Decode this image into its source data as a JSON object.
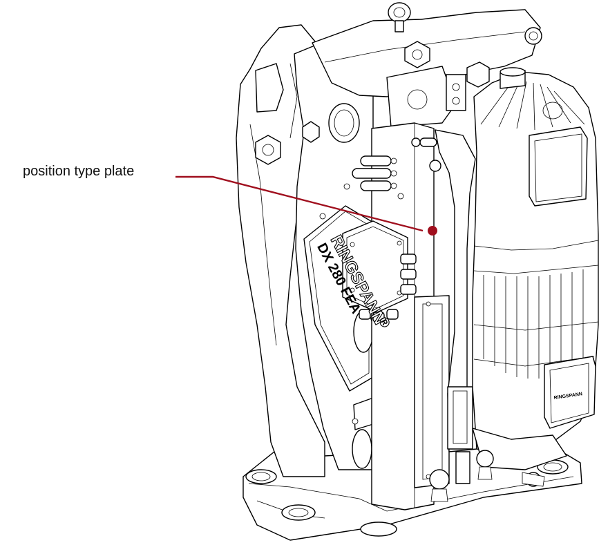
{
  "callout": {
    "label": "position type plate",
    "line_color": "#a00f1e",
    "marker_color": "#a00f1e"
  },
  "device": {
    "brand": "RINGSPANN",
    "brand_mark": "®",
    "model": "DX 280 FEA",
    "motor_plate": "RINGSPANN"
  }
}
